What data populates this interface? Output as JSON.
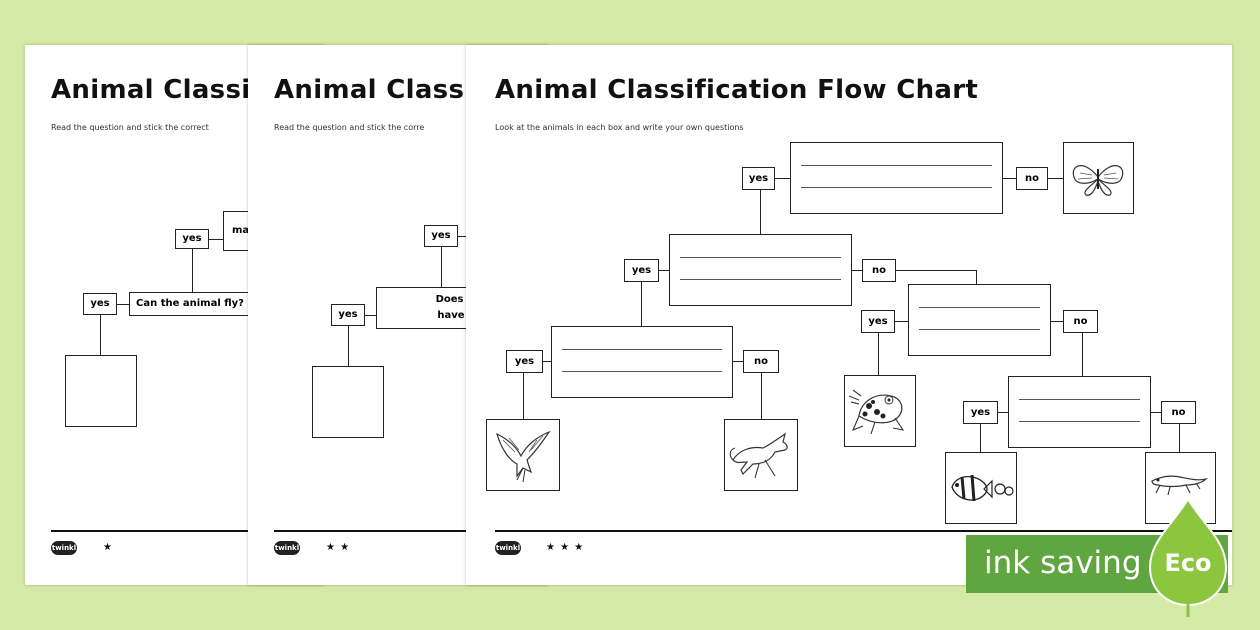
{
  "sheets": [
    {
      "title": "Animal Classif",
      "subtitle": "Read the question and stick the correct",
      "stars": "★",
      "logo": "twinkl"
    },
    {
      "title": "Animal Classif",
      "subtitle": "Read the question and stick the corre",
      "stars": "★ ★",
      "logo": "twinkl"
    },
    {
      "title": "Animal Classification Flow Chart",
      "subtitle": "Look at the animals in each box and write your own questions",
      "stars": "★ ★ ★",
      "logo": "twinkl"
    }
  ],
  "sheet1": {
    "yes1": "yes",
    "yes2": "yes",
    "question": "Can the animal fly?",
    "partial": "ma"
  },
  "sheet2": {
    "yes1": "yes",
    "yes2": "yes",
    "question_line1": "Does the ani",
    "question_line2": "have feathe"
  },
  "flow": {
    "yes": "yes",
    "no": "no"
  },
  "animals": [
    "butterfly-icon",
    "eagle-icon",
    "fox-icon",
    "frog-icon",
    "fish-icon",
    "lizard-icon"
  ],
  "badge": {
    "text": "ink saving",
    "leaf": "Eco"
  },
  "colors": {
    "background": "#d5eaa6",
    "badge": "#5fa540",
    "leaf": "#8cc63f"
  }
}
